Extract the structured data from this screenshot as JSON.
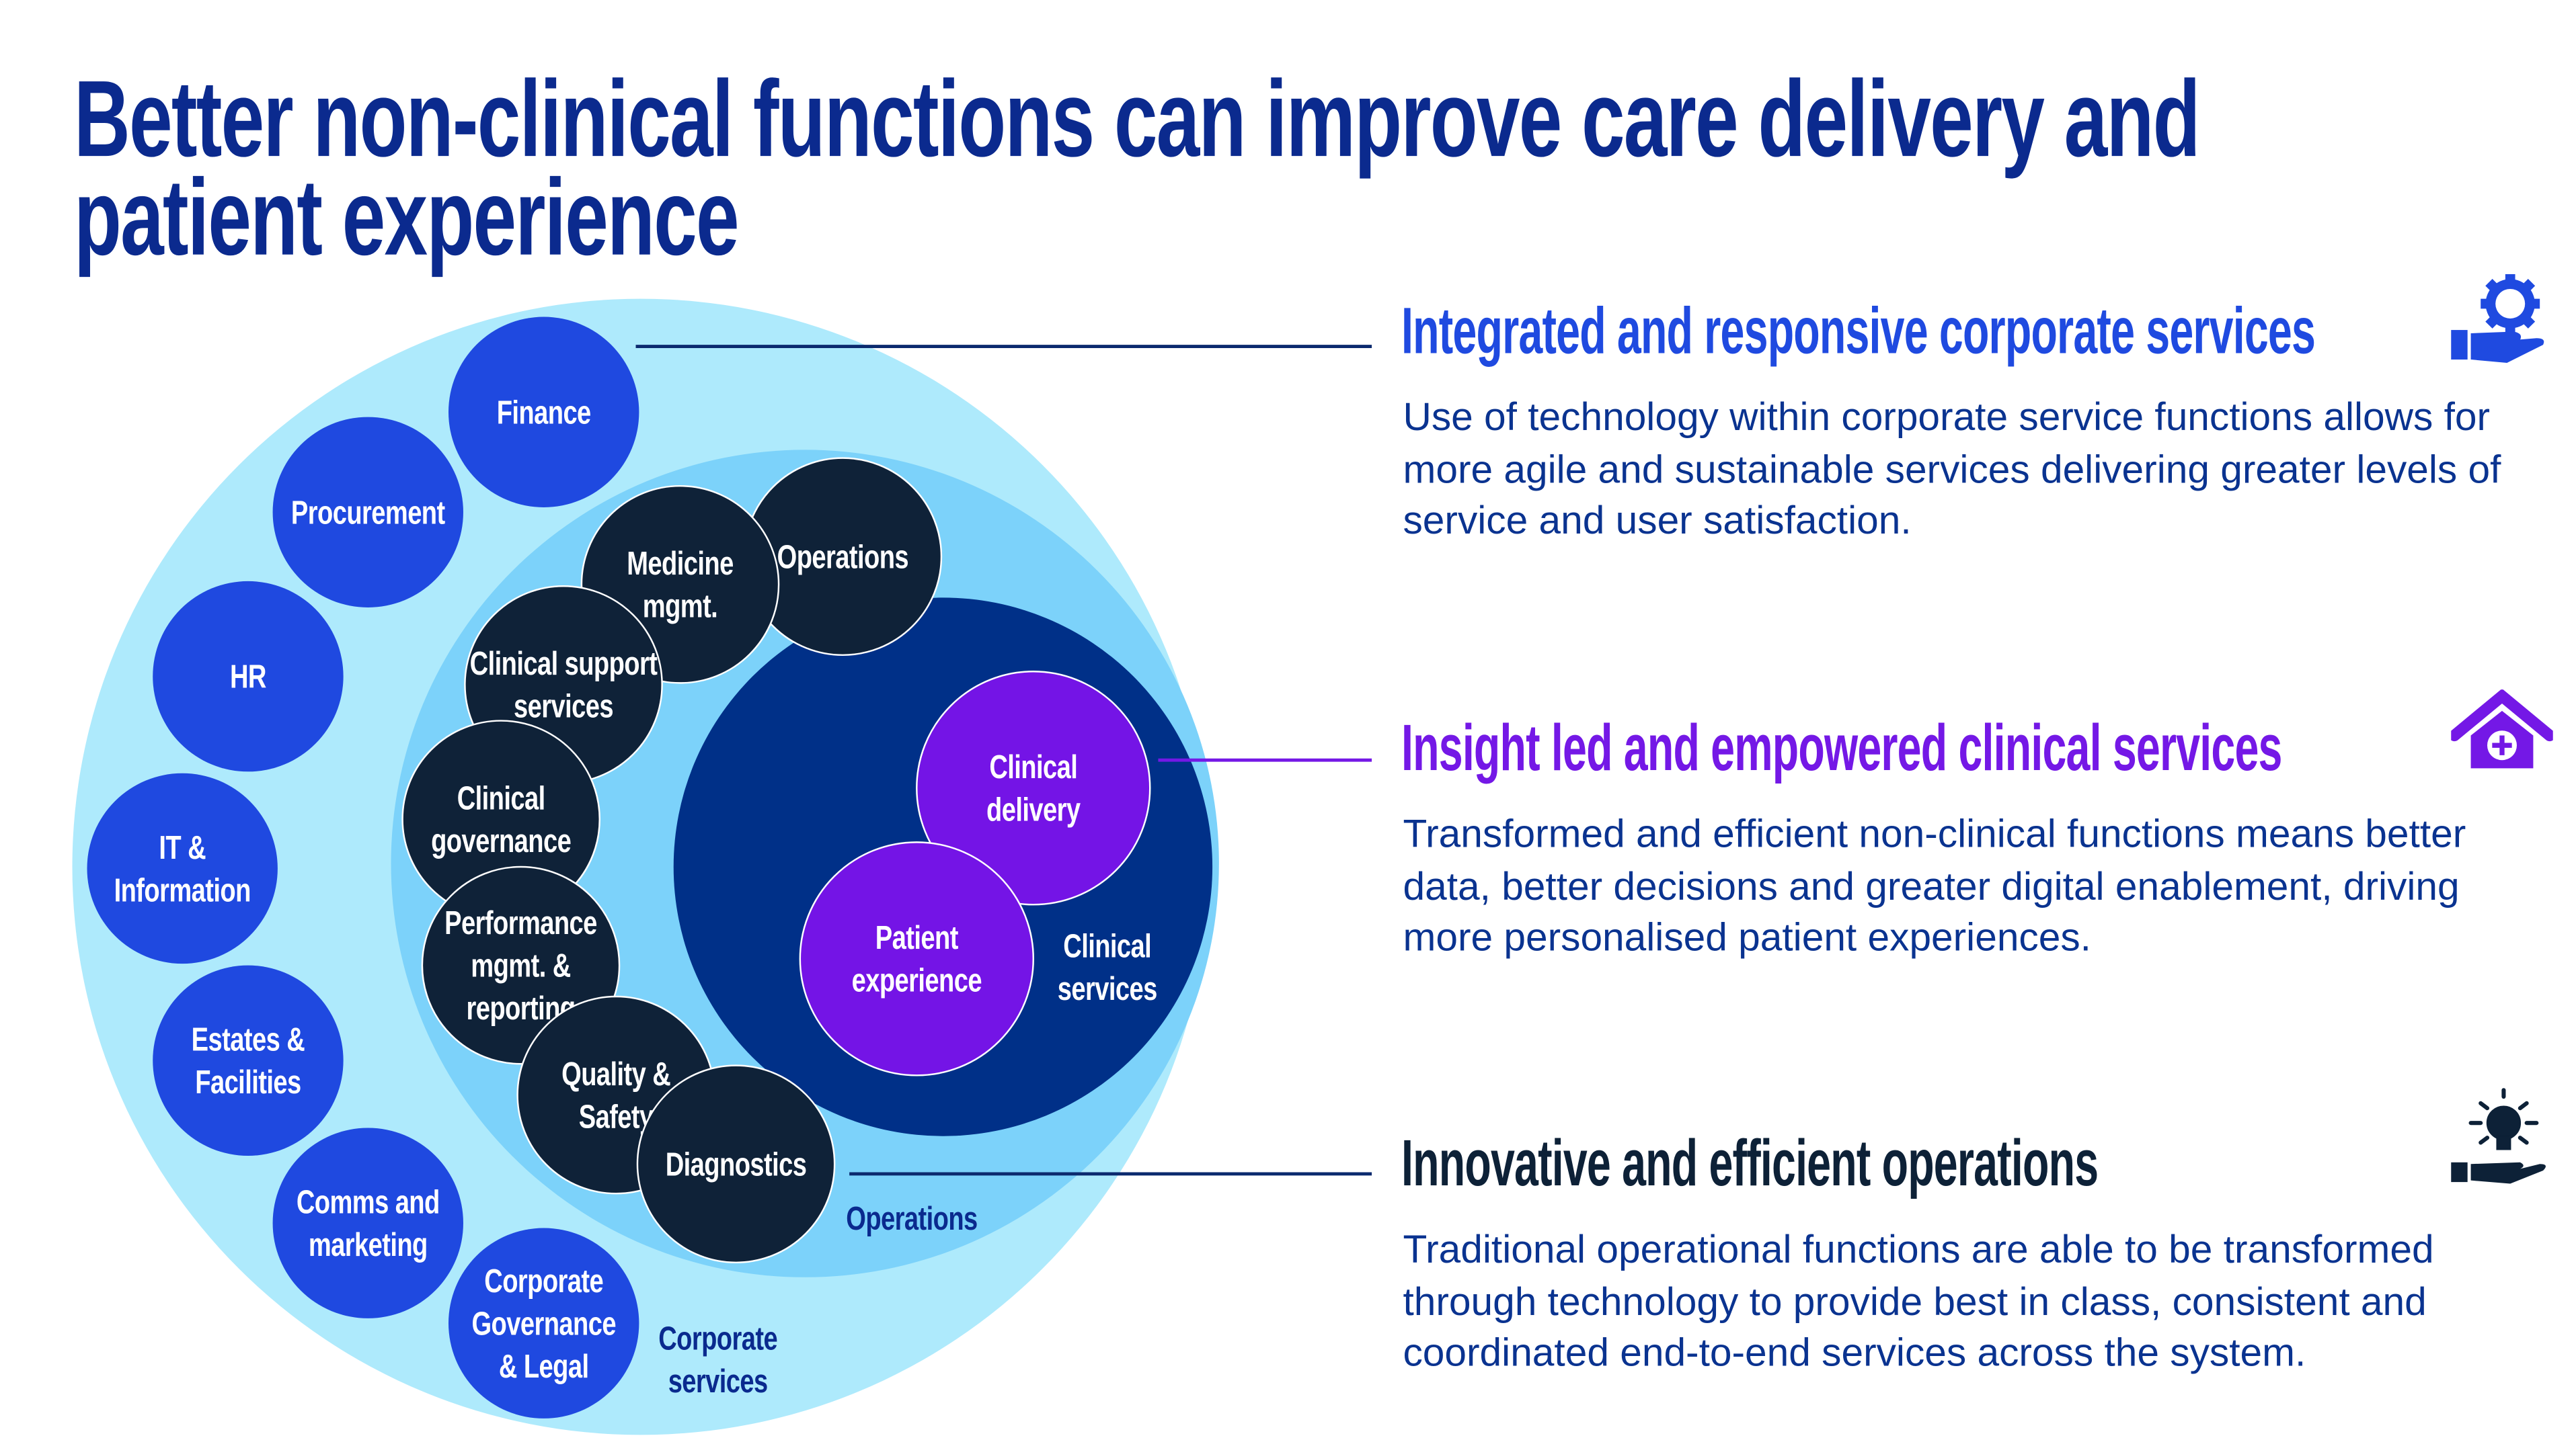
{
  "title": "Better non-clinical functions can improve care delivery and patient experience",
  "sections": [
    {
      "heading": "Integrated and responsive corporate services",
      "body": "Use of technology within corporate service functions allows for more agile and sustainable services delivering greater levels of service and user satisfaction.",
      "color": "#1f4ae0",
      "icon": "hand-gear-icon"
    },
    {
      "heading": "Insight led and empowered clinical services",
      "body": "Transformed and efficient non-clinical functions means better data, better decisions and greater digital enablement, driving more personalised patient experiences.",
      "color": "#7418e6",
      "icon": "medical-house-icon"
    },
    {
      "heading": "Innovative and efficient operations",
      "body": "Traditional operational functions are able to be transformed through technology to provide best in class, consistent and coordinated end-to-end services across the system.",
      "color": "#0d2137",
      "icon": "hand-lightbulb-icon"
    }
  ],
  "diagram": {
    "corporate": {
      "label": [
        "Corporate",
        "services"
      ],
      "items": [
        [
          "Finance"
        ],
        [
          "Procurement"
        ],
        [
          "HR"
        ],
        [
          "IT &",
          "Information"
        ],
        [
          "Estates &",
          "Facilities"
        ],
        [
          "Comms and",
          "marketing"
        ],
        [
          "Corporate",
          "Governance",
          "& Legal"
        ]
      ]
    },
    "operations": {
      "label": [
        "Operations"
      ],
      "items": [
        [
          "Operations"
        ],
        [
          "Medicine",
          "mgmt."
        ],
        [
          "Clinical support",
          "services"
        ],
        [
          "Clinical",
          "governance"
        ],
        [
          "Performance",
          "mgmt. &",
          "reporting"
        ],
        [
          "Quality &",
          "Safety"
        ],
        [
          "Diagnostics"
        ]
      ]
    },
    "clinical": {
      "label": [
        "Clinical",
        "services"
      ],
      "items": [
        [
          "Clinical",
          "delivery"
        ],
        [
          "Patient",
          "experience"
        ]
      ]
    },
    "colors": {
      "outer": "#aeeafc",
      "middle": "#7cd2fa",
      "navy": "#003088",
      "corporate": "#1f49e0",
      "ops": "#0f2238",
      "clinical": "#7414e6"
    }
  }
}
